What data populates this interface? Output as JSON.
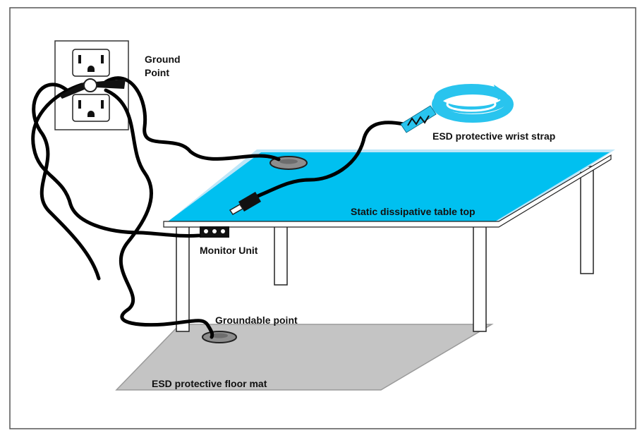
{
  "labels": {
    "ground_point_line1": "Ground",
    "ground_point_line2": "Point",
    "wrist_strap": "ESD protective wrist strap",
    "table_top": "Static dissipative table top",
    "monitor_unit": "Monitor Unit",
    "groundable_point": "Groundable point",
    "floor_mat": "ESD protective floor mat"
  },
  "colors": {
    "table_top": "#00c0f0",
    "table_edge": "#a8ddf6",
    "floor_mat": "#c4c4c4",
    "cord": "#000000",
    "wrist_strap": "#29c4ee"
  },
  "icons": [
    "wall-outlet-icon",
    "alligator-clip-icon",
    "banana-plug-icon",
    "wrist-strap-icon",
    "grounding-snap-icon",
    "monitor-unit-icon"
  ]
}
